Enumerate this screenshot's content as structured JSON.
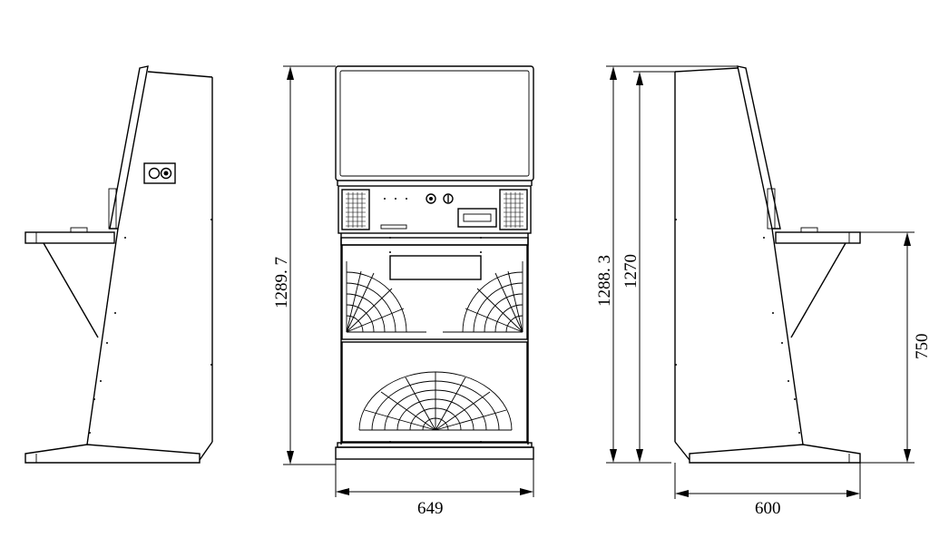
{
  "dimensions": {
    "total_height_front": "1289. 7",
    "width_front": "649",
    "total_height_side_a": "1288. 3",
    "total_height_side_b": "1270",
    "depth_side": "600",
    "desk_height": "750"
  }
}
